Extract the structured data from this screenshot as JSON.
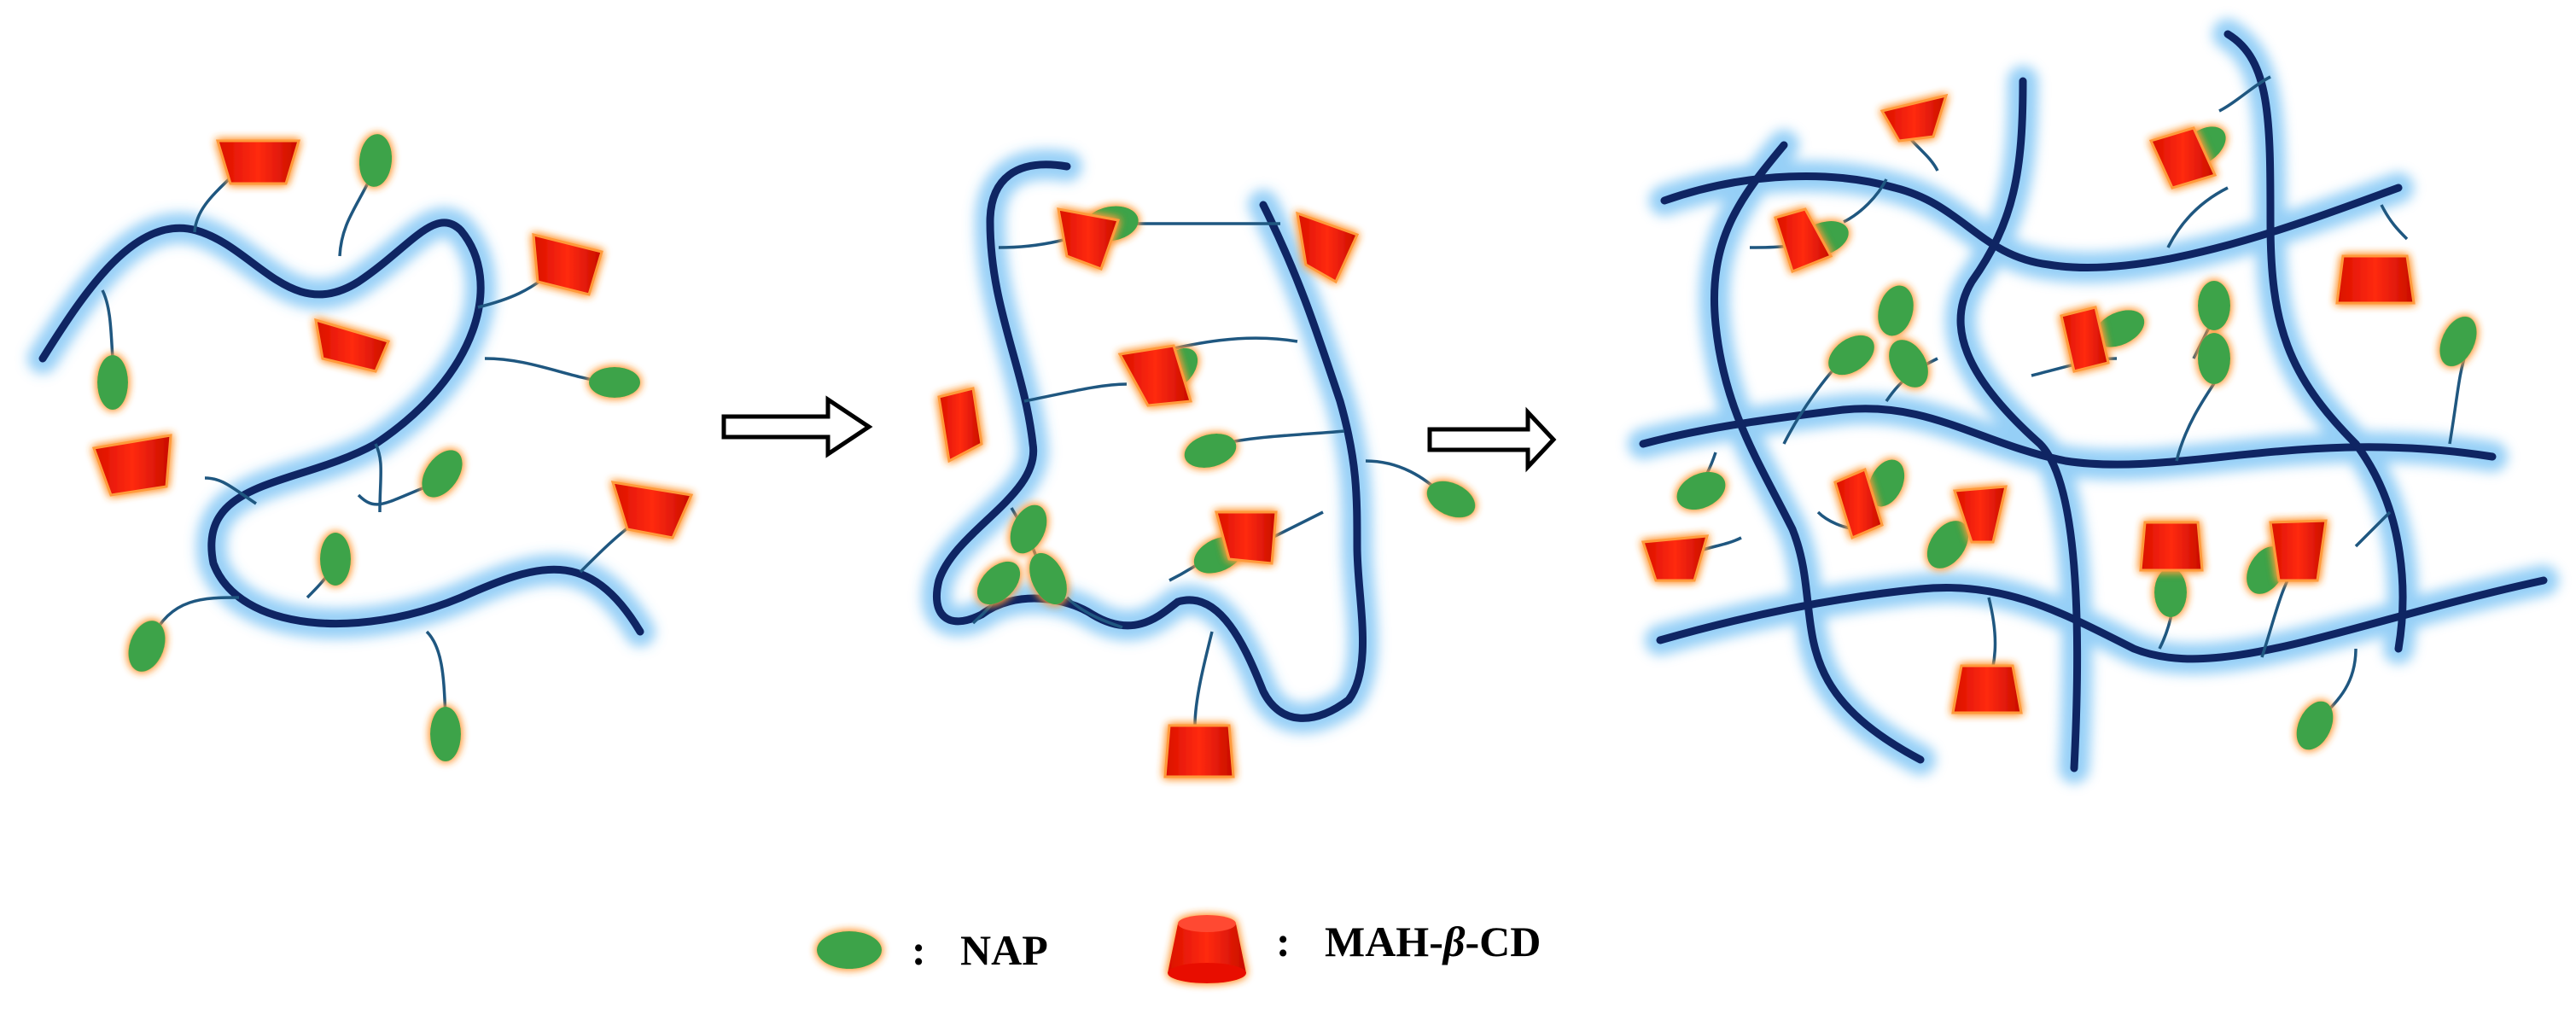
{
  "legend": {
    "nap": {
      "colon": ":",
      "label": "NAP"
    },
    "cd": {
      "colon": ":",
      "label_prefix": "MAH-",
      "label_beta": "β",
      "label_suffix": "-CD"
    }
  },
  "colors": {
    "backbone": "#0f2563",
    "backbone_glow": "#41a9f0",
    "tether": "#1f5780",
    "nap_fill": "#3ea34a",
    "nap_glow": "#f59b4a",
    "cd_fill": "#ff1a00",
    "cd_glow": "#ff9a3a",
    "arrow": "#000000"
  },
  "icons": {
    "nap": "green-ellipse",
    "cd": "red-truncated-cone",
    "arrow": "hollow-right-arrow"
  }
}
